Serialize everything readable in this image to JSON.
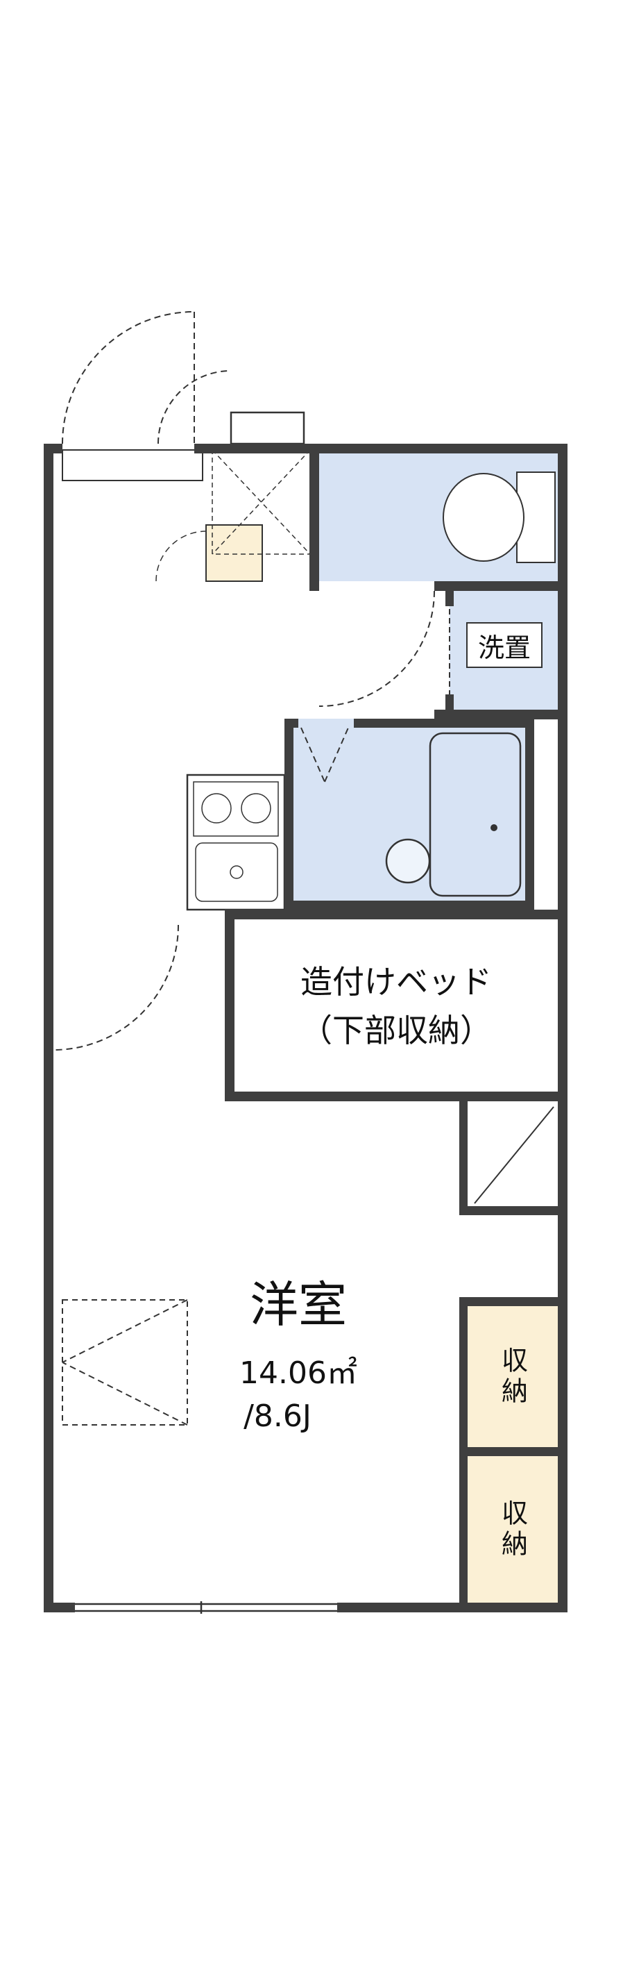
{
  "title": "apartment-floorplan",
  "colors": {
    "wall": "#3f3f3f",
    "water_room_fill": "#d7e3f4",
    "storage_fill": "#fbf0d5",
    "line": "#333333",
    "background": "#ffffff"
  },
  "labels": {
    "laundry": "洗置",
    "bed_line1": "造付けベッド",
    "bed_line2": "（下部収納）",
    "room_name": "洋室",
    "room_area_m2": "14.06㎡",
    "room_area_tatami": "/8.6J",
    "storage_upper": "収納",
    "storage_lower": "収納"
  }
}
